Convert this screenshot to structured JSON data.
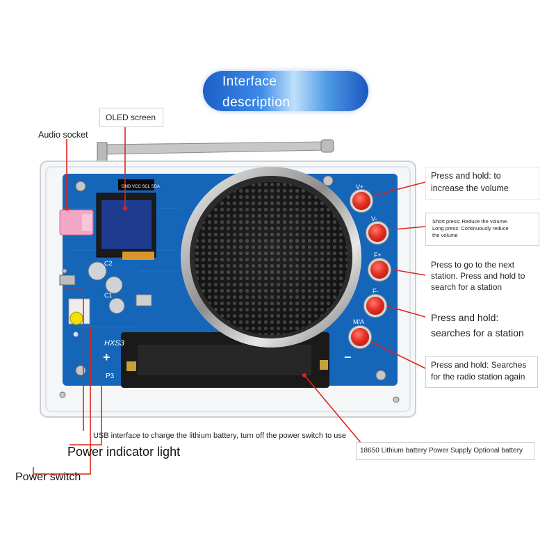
{
  "title": {
    "line1": "Interface",
    "line2": "description"
  },
  "labels": {
    "oled": "OLED screen",
    "audio_socket": "Audio socket",
    "vol_up": {
      "line1": "Press and hold: to",
      "line2": "increase the volume"
    },
    "vol_down": {
      "line1": "Short press: Reduce the volume.",
      "line2": "Long press: Continuously reduce",
      "line3": "the volume"
    },
    "next_station": {
      "line1": "Press to go to the next",
      "line2": "station. Press and hold to",
      "line3": "search for a station"
    },
    "search": {
      "line1": "Press and hold:",
      "line2": "searches for a station"
    },
    "research": {
      "line1": "Press and hold: Searches",
      "line2": "for the radio station again"
    },
    "usb": "USB interface to charge the lithium battery, turn off the power switch to use",
    "power_light": "Power indicator light",
    "power_switch": "Power switch",
    "battery": "18650 Lithium battery Power Supply Optional battery"
  },
  "board": {
    "btn_vplus": "V+",
    "btn_vminus": "V-",
    "btn_fplus": "F+",
    "btn_fminus": "F-",
    "btn_ma": "M/A",
    "plus": "+",
    "minus": "−",
    "p3": "P3",
    "logo": "HXS3",
    "oled_pins": "GND VCC SCL SDA",
    "c2": "C2",
    "c1": "C1"
  },
  "colors": {
    "board": "#1565b8",
    "accent_line": "#e2231a",
    "title_pill": "#2f7ae0"
  }
}
